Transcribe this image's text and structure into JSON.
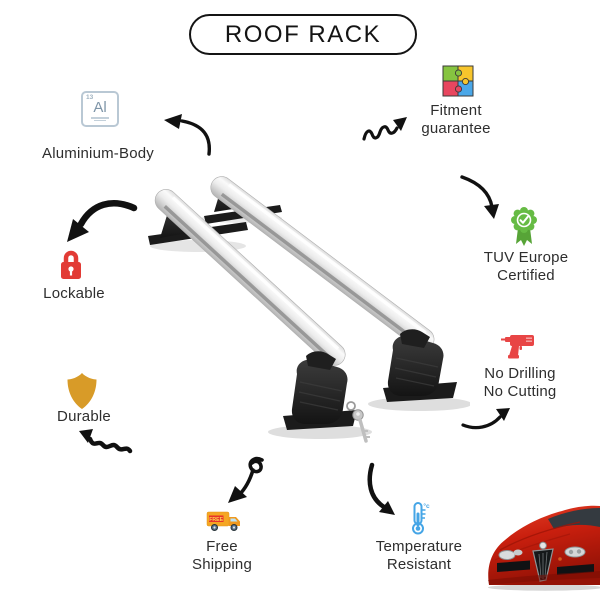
{
  "title": "ROOF RACK",
  "features": {
    "aluminium": {
      "label": "Aluminium-Body",
      "element_number": "13",
      "element_symbol": "Al"
    },
    "fitment": {
      "line1": "Fitment",
      "line2": "guarantee"
    },
    "tuv": {
      "line1": "TUV Europe",
      "line2": "Certified"
    },
    "drilling": {
      "line1": "No Drilling",
      "line2": "No Cutting"
    },
    "lockable": {
      "label": "Lockable"
    },
    "durable": {
      "label": "Durable"
    },
    "shipping": {
      "line1": "Free",
      "line2": "Shipping",
      "truck_label": "FREE"
    },
    "temperature": {
      "line1": "Temperature",
      "line2": "Resistant",
      "unit": "°c"
    }
  },
  "colors": {
    "text": "#2e2e2e",
    "arrow_black": "#111111",
    "lock_red": "#e23b35",
    "drill_red": "#e84545",
    "shield_gold": "#d89b28",
    "badge_green": "#66bb44",
    "thermometer_blue": "#45a5e6",
    "truck_orange": "#f5a623",
    "truck_label_red": "#e8332a",
    "element_blue": "#7e95a8",
    "car_red": "#c91f0e",
    "bar_silver": "#e0e0e0"
  }
}
